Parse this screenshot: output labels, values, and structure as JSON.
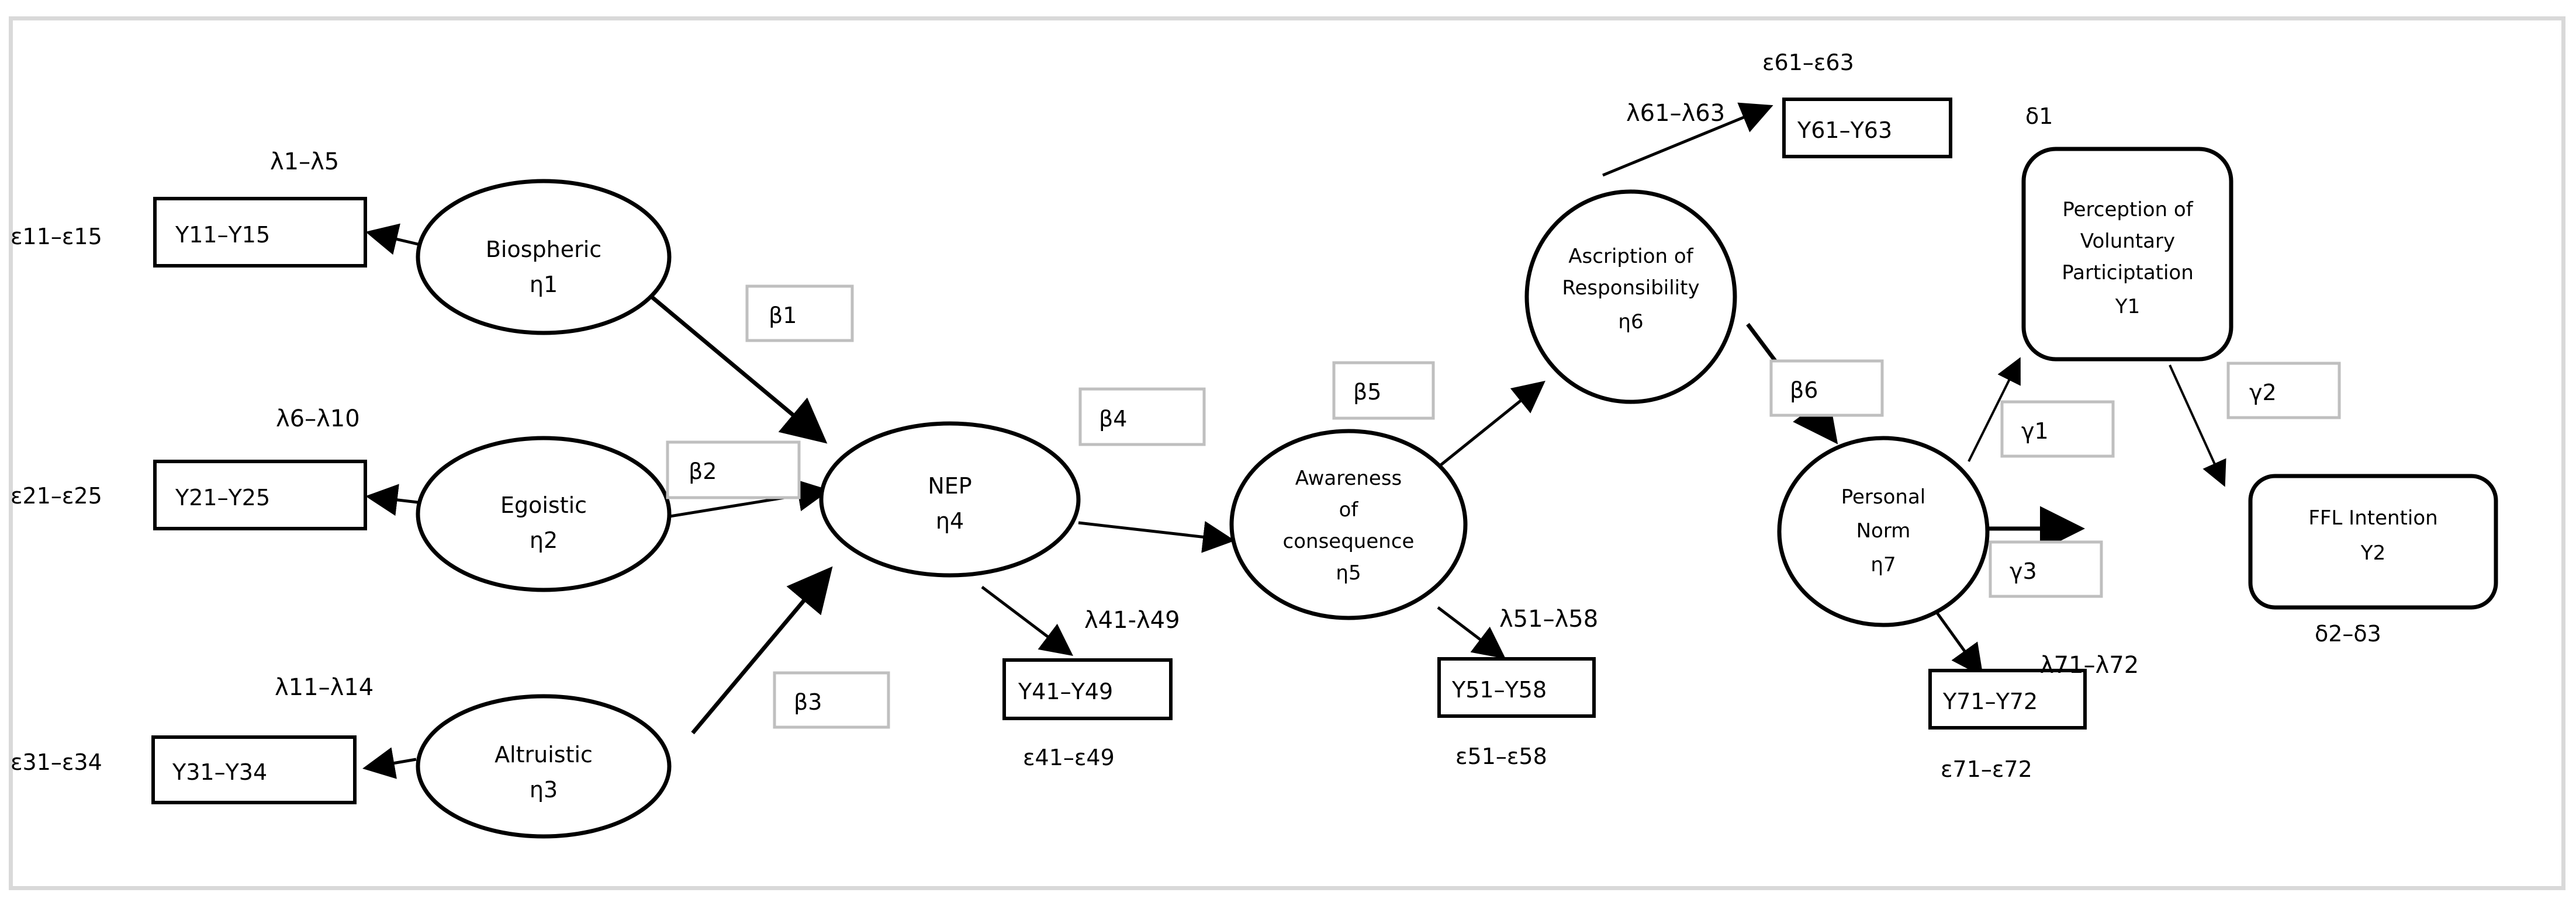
{
  "figure": {
    "type": "sem-path-diagram",
    "frame_color": "#d9d9d9",
    "coef_box_border_color": "#bfbfbf",
    "shape_color": "#000000",
    "background": "#ffffff"
  },
  "latent_nodes": [
    {
      "id": "eta1",
      "shape": "ellipse",
      "line1": "Biospheric",
      "line2": "η1"
    },
    {
      "id": "eta2",
      "shape": "ellipse",
      "line1": "Egoistic",
      "line2": "η2"
    },
    {
      "id": "eta3",
      "shape": "ellipse",
      "line1": "Altruistic",
      "line2": "η3"
    },
    {
      "id": "eta4",
      "shape": "ellipse",
      "line1": "NEP",
      "line2": "η4"
    },
    {
      "id": "eta5",
      "shape": "ellipse",
      "line1": "Awareness",
      "line2": "of",
      "line3": "consequence",
      "line4": "η5"
    },
    {
      "id": "eta6",
      "shape": "ellipse",
      "line1": "Ascription of",
      "line2": "Responsibility",
      "line3": "η6"
    },
    {
      "id": "eta7",
      "shape": "ellipse",
      "line1": "Personal",
      "line2": "Norm",
      "line3": "η7"
    }
  ],
  "observed_nodes": [
    {
      "id": "Y1",
      "shape": "rounded-rect",
      "line1": "Perception of",
      "line2": "Voluntary",
      "line3": "Participtation",
      "line4": "Y1"
    },
    {
      "id": "Y2",
      "shape": "rounded-rect",
      "line1": "FFL Intention",
      "line2": "Y2"
    }
  ],
  "indicator_boxes": [
    {
      "id": "y11_15",
      "label": "Y11–Y15"
    },
    {
      "id": "y21_25",
      "label": "Y21–Y25"
    },
    {
      "id": "y31_34",
      "label": "Y31–Y34"
    },
    {
      "id": "y41_49",
      "label": "Y41–Y49"
    },
    {
      "id": "y51_58",
      "label": "Y51–Y58"
    },
    {
      "id": "y61_63",
      "label": "Y61–Y63"
    },
    {
      "id": "y71_72",
      "label": "Y71–Y72"
    }
  ],
  "loading_labels": [
    {
      "id": "lam1_5",
      "label": "λ1–λ5"
    },
    {
      "id": "lam6_10",
      "label": "λ6–λ10"
    },
    {
      "id": "lam11_14",
      "label": "λ11–λ14"
    },
    {
      "id": "lam41_49",
      "label": "λ41-λ49"
    },
    {
      "id": "lam51_58",
      "label": "λ51–λ58"
    },
    {
      "id": "lam61_63",
      "label": "λ61–λ63"
    },
    {
      "id": "lam71_72",
      "label": "λ71–λ72"
    }
  ],
  "error_labels": [
    {
      "id": "eps11_15",
      "label": "ε11–ε15"
    },
    {
      "id": "eps21_25",
      "label": "ε21–ε25"
    },
    {
      "id": "eps31_34",
      "label": "ε31–ε34"
    },
    {
      "id": "eps41_49",
      "label": "ε41–ε49"
    },
    {
      "id": "eps51_58",
      "label": "ε51–ε58"
    },
    {
      "id": "eps61_63",
      "label": "ε61–ε63"
    },
    {
      "id": "eps71_72",
      "label": "ε71–ε72"
    },
    {
      "id": "delta1",
      "label": "δ1"
    },
    {
      "id": "delta2_3",
      "label": "δ2–δ3"
    }
  ],
  "path_coefficients": [
    {
      "id": "b1",
      "label": "β1"
    },
    {
      "id": "b2",
      "label": "β2"
    },
    {
      "id": "b3",
      "label": "β3"
    },
    {
      "id": "b4",
      "label": "β4"
    },
    {
      "id": "b5",
      "label": "β5"
    },
    {
      "id": "b6",
      "label": "β6"
    },
    {
      "id": "g1",
      "label": "γ1"
    },
    {
      "id": "g2",
      "label": "γ2"
    },
    {
      "id": "g3",
      "label": "γ3"
    }
  ]
}
